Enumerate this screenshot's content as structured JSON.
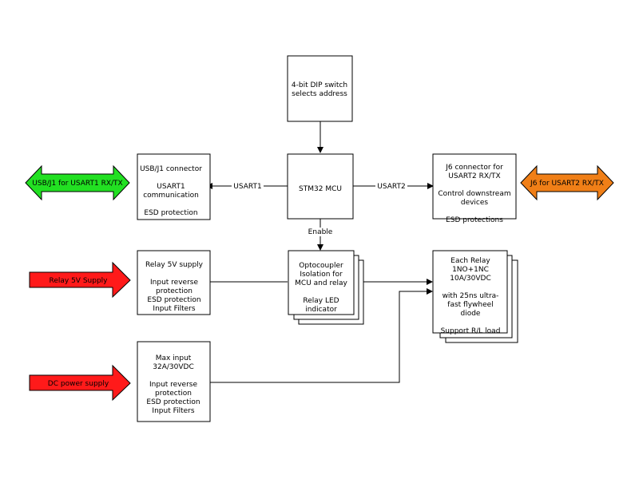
{
  "blocks": {
    "dip": [
      "4-bit DIP switch",
      "selects address"
    ],
    "usb": [
      "USB/J1 connector",
      "",
      "USART1",
      "communication",
      "",
      "ESD protection"
    ],
    "mcu": [
      "STM32 MCU"
    ],
    "j6": [
      "J6 connector for",
      "USART2 RX/TX",
      "",
      "Control downstream",
      "devices",
      "",
      "ESD protections"
    ],
    "relay5v": [
      "Relay 5V supply",
      "",
      "Input reverse",
      "protection",
      "ESD protection",
      "Input Filters"
    ],
    "opto": [
      "Optocoupler",
      "Isolation for",
      "MCU and relay",
      "",
      "Relay LED",
      "indicator"
    ],
    "relay": [
      "Each Relay",
      "1NO+1NC",
      "10A/30VDC",
      "",
      "with 25ns ultra-",
      "fast flywheel",
      "diode",
      "",
      "Support R/L load"
    ],
    "dcbox": [
      "Max input",
      "32A/30VDC",
      "",
      "Input reverse",
      "protection",
      "ESD protection",
      "Input Filters"
    ]
  },
  "connectors": {
    "usart1": "USART1",
    "usart2": "USART2",
    "enable": "Enable"
  },
  "arrows": {
    "usb_arrow": "USB/J1 for USART1 RX/TX",
    "j6_arrow": "J6 for USART2 RX/TX",
    "relay_supply": "Relay 5V Supply",
    "dc_supply": "DC power supply"
  },
  "colors": {
    "green": "#22e022",
    "orange": "#f07f17",
    "red": "#ff1a1a"
  }
}
